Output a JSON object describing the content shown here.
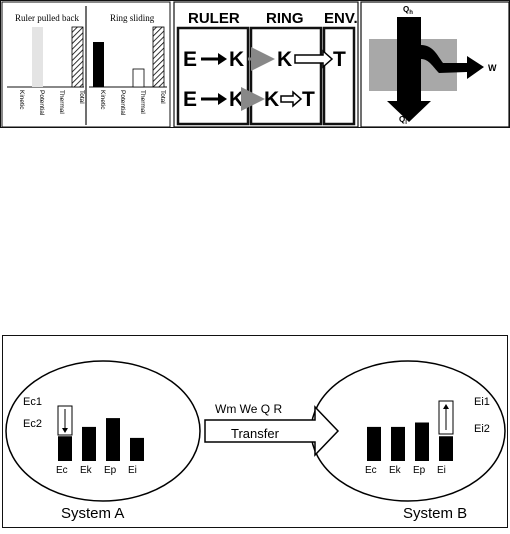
{
  "top": {
    "panel1": {
      "left_title": "Ruler pulled back",
      "right_title": "Ring sliding",
      "left_bars": [
        {
          "label": "Kinetic",
          "level": 0.0,
          "pattern": "none"
        },
        {
          "label": "Potential",
          "level": 1.0,
          "pattern": "light"
        },
        {
          "label": "Thermal",
          "level": 0.0,
          "pattern": "none"
        },
        {
          "label": "Total",
          "level": 1.0,
          "pattern": "hatch"
        }
      ],
      "right_bars": [
        {
          "label": "Kinetic",
          "level": 0.75,
          "pattern": "solid"
        },
        {
          "label": "Potential",
          "level": 0.0,
          "pattern": "none"
        },
        {
          "label": "Thermal",
          "level": 0.3,
          "pattern": "outline"
        },
        {
          "label": "Total",
          "level": 1.0,
          "pattern": "hatch"
        }
      ]
    },
    "panel2": {
      "headers": [
        "RULER",
        "RING",
        "ENV."
      ],
      "row1": {
        "e": "E",
        "k1": "K",
        "k2": "K",
        "t": "T"
      },
      "row2": {
        "e": "E",
        "k1": "K",
        "k2": "K",
        "t": "T"
      }
    },
    "panel3": {
      "qh": "Q",
      "qh_sub": "h",
      "ql": "Q",
      "ql_sub": "l",
      "w": "W"
    }
  },
  "bottom": {
    "system_a": {
      "name": "System A",
      "top_label": "Ec1",
      "mid_label": "Ec2",
      "bars": [
        {
          "label": "Ec",
          "level": 0.45
        },
        {
          "label": "Ek",
          "level": 0.62
        },
        {
          "label": "Ep",
          "level": 0.78
        },
        {
          "label": "Ei",
          "level": 0.42
        }
      ]
    },
    "system_b": {
      "name": "System B",
      "top_label": "Ei1",
      "mid_label": "Ei2",
      "bars": [
        {
          "label": "Ec",
          "level": 0.62
        },
        {
          "label": "Ek",
          "level": 0.62
        },
        {
          "label": "Ep",
          "level": 0.7
        },
        {
          "label": "Ei",
          "level": 0.45
        }
      ]
    },
    "arrow": {
      "top_text": "Wm We Q R",
      "label": "Transfer"
    }
  }
}
